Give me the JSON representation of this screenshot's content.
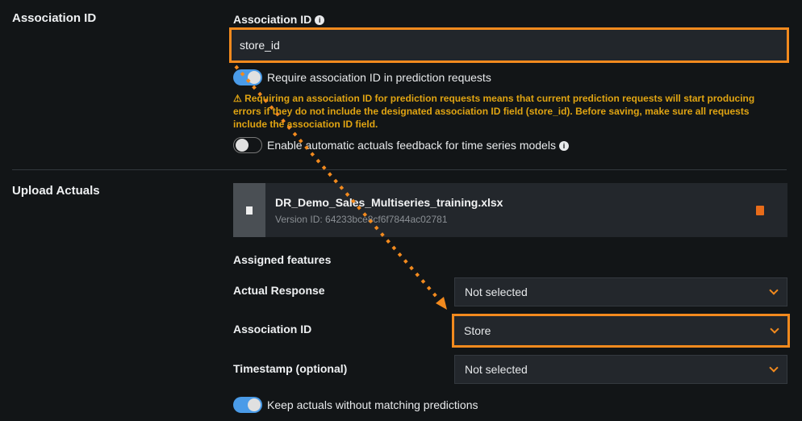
{
  "association_section": {
    "title": "Association ID",
    "field_label": "Association ID",
    "field_value": "store_id",
    "require_toggle": {
      "label": "Require association ID in prediction requests",
      "on": true
    },
    "warning": "Requiring an association ID for prediction requests means that current prediction requests will start producing errors if they do not include the designated association ID field (store_id). Before saving, make sure all requests include the association ID field.",
    "feedback_toggle": {
      "label": "Enable automatic actuals feedback for time series models",
      "on": false
    }
  },
  "upload_section": {
    "title": "Upload Actuals",
    "file": {
      "name": "DR_Demo_Sales_Multiseries_training.xlsx",
      "version": "Version ID: 64233bce8cf6f7844ac02781"
    },
    "assigned_title": "Assigned features",
    "features": [
      {
        "label": "Actual Response",
        "value": "Not selected"
      },
      {
        "label": "Association ID",
        "value": "Store"
      },
      {
        "label": "Timestamp (optional)",
        "value": "Not selected"
      }
    ],
    "keep_toggle": {
      "label": "Keep actuals without matching predictions",
      "on": true
    }
  },
  "colors": {
    "accent": "#f28a1e",
    "toggle_on": "#4a9be8",
    "warning": "#e0a412"
  }
}
